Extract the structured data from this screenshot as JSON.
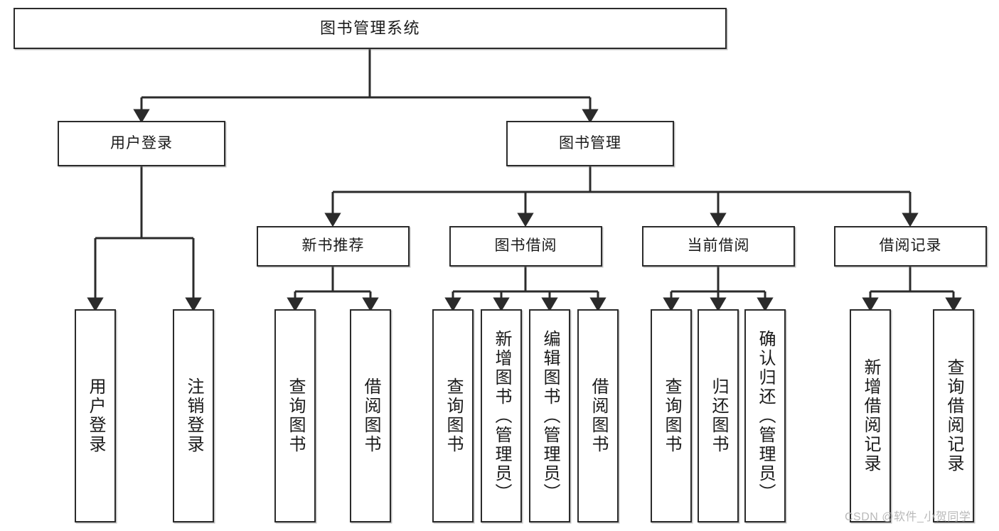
{
  "diagram": {
    "type": "tree",
    "title": "图书管理系统",
    "watermark": "CSDN @软件_小贺同学",
    "colors": {
      "background": "#ffffff",
      "stroke": "#2b2b2b",
      "text": "#1a1a1a",
      "watermark": "#b9b9b9"
    },
    "root": {
      "label": "图书管理系统"
    },
    "level2": [
      {
        "label": "用户登录"
      },
      {
        "label": "图书管理"
      }
    ],
    "level3": [
      {
        "label": "新书推荐"
      },
      {
        "label": "图书借阅"
      },
      {
        "label": "当前借阅"
      },
      {
        "label": "借阅记录"
      }
    ],
    "leaves": {
      "user_login": [
        {
          "label": "用户登录"
        },
        {
          "label": "注销登录"
        }
      ],
      "new_book_recommend": [
        {
          "label": "查询图书"
        },
        {
          "label": "借阅图书"
        }
      ],
      "book_borrow": [
        {
          "label": "查询图书"
        },
        {
          "label": "新增图书（管理员）"
        },
        {
          "label": "编辑图书（管理员）"
        },
        {
          "label": "借阅图书"
        }
      ],
      "current_borrow": [
        {
          "label": "查询图书"
        },
        {
          "label": "归还图书"
        },
        {
          "label": "确认归还（管理员）"
        }
      ],
      "borrow_record": [
        {
          "label": "新增借阅记录"
        },
        {
          "label": "查询借阅记录"
        }
      ]
    }
  }
}
